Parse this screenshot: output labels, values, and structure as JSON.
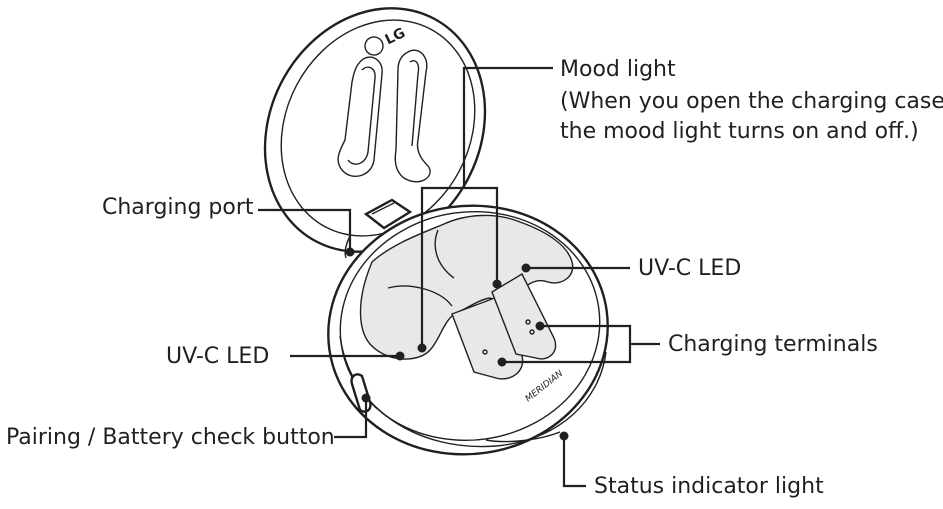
{
  "labels": {
    "mood_light": "Mood light",
    "mood_light_note_1": "(When you open the charging case,",
    "mood_light_note_2": "the mood light turns on and off.)",
    "charging_port": "Charging port",
    "uvc_led_right": "UV-C LED",
    "charging_terminals": "Charging terminals",
    "uvc_led_left": "UV-C LED",
    "pairing_button": "Pairing / Battery check button",
    "status_light": "Status indicator light"
  },
  "product_marks": {
    "lid_logo": "LG",
    "case_brand": "MERIDIAN"
  },
  "colors": {
    "ink": "#231f20",
    "inner_fill": "#e8e8e8",
    "background": "#ffffff"
  }
}
